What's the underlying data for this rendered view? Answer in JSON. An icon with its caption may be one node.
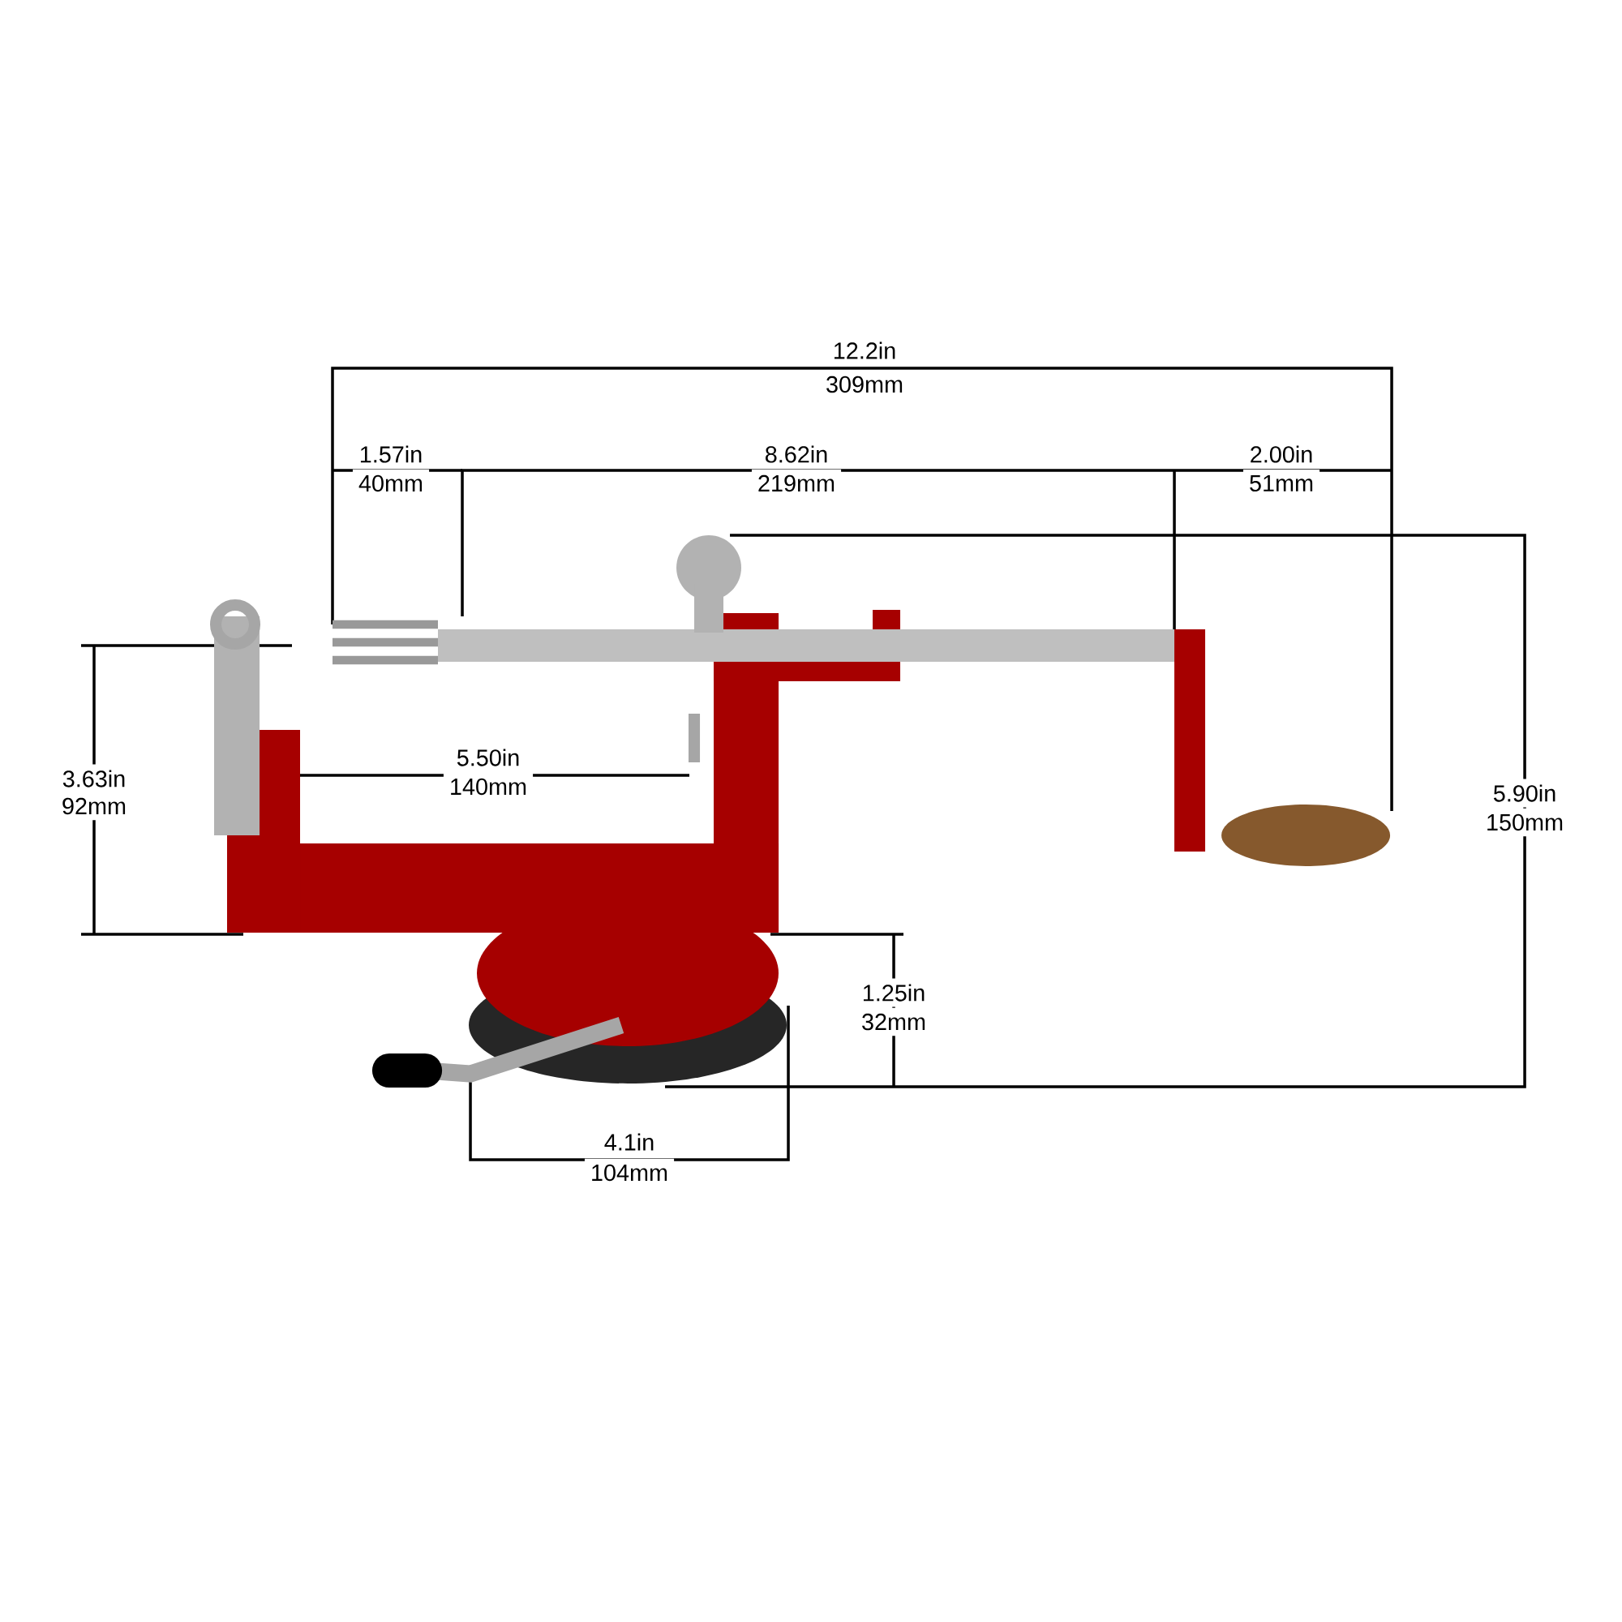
{
  "diagram": {
    "labels": [
      "12.2in",
      "309mm",
      "1.57in",
      "40mm",
      "8.62in",
      "219mm",
      "2.00in",
      "51mm",
      "3.63in",
      "92mm",
      "5.50in",
      "140mm",
      "5.90in",
      "150mm",
      "1.25in",
      "32mm",
      "4.1in",
      "104mm"
    ]
  }
}
